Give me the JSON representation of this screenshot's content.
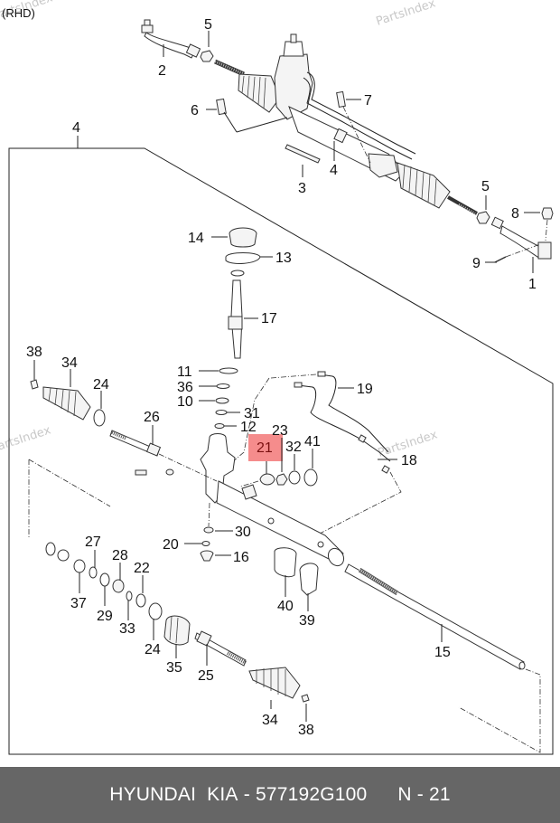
{
  "diagram": {
    "variant_label": "(RHD)",
    "watermark": "PartsIndex",
    "highlight_color": "#f48080",
    "highlighted_callout": "21",
    "callouts": {
      "c1": "1",
      "c2": "2",
      "c3": "3",
      "c4a": "4",
      "c4b": "4",
      "c5a": "5",
      "c5b": "5",
      "c6": "6",
      "c7": "7",
      "c8": "8",
      "c9": "9",
      "c10": "10",
      "c11": "11",
      "c12": "12",
      "c13": "13",
      "c14": "14",
      "c15": "15",
      "c16": "16",
      "c17": "17",
      "c18": "18",
      "c19": "19",
      "c20": "20",
      "c21": "21",
      "c22": "22",
      "c23": "23",
      "c24a": "24",
      "c24b": "24",
      "c25": "25",
      "c26": "26",
      "c27": "27",
      "c28": "28",
      "c29": "29",
      "c30": "30",
      "c31": "31",
      "c32": "32",
      "c33": "33",
      "c34a": "34",
      "c34b": "34",
      "c35": "35",
      "c36": "36",
      "c37": "37",
      "c38a": "38",
      "c38b": "38",
      "c39": "39",
      "c40": "40",
      "c41": "41"
    }
  },
  "footer": {
    "brand": "HYUNDAI  KIA",
    "separator": "-",
    "part_number": "577192G100",
    "position_label": "N - 21",
    "background": "#666666"
  }
}
